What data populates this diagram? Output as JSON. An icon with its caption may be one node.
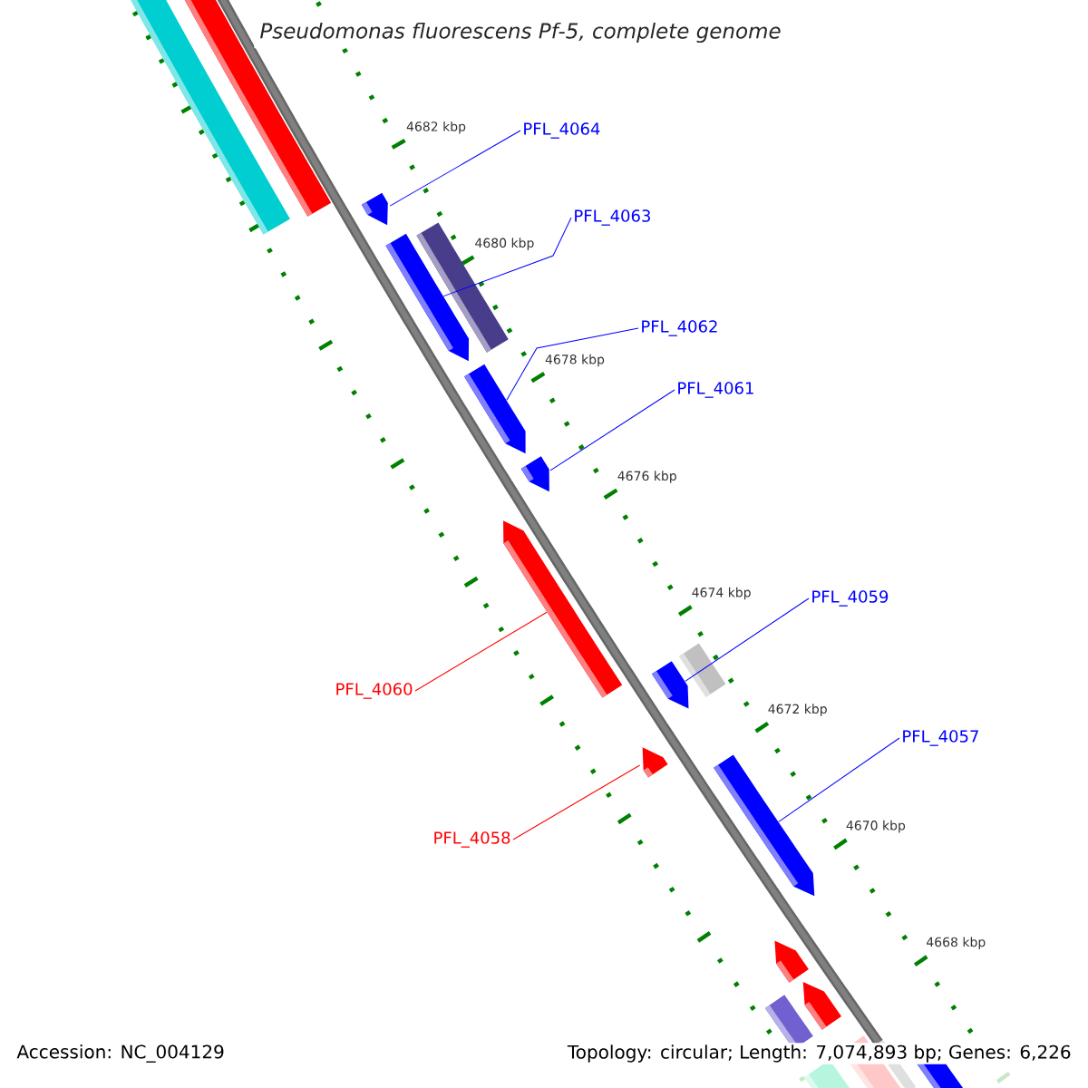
{
  "diagram": {
    "title": "Pseudomonas fluorescens Pf-5, complete genome",
    "nodes": [
      {
        "text": [
          "PFL_4064"
        ]
      },
      {
        "text": [],
        "shape": "arrow"
      },
      {
        "text": [
          "PFL_4063"
        ]
      },
      {
        "text": [],
        "shape": "arrow"
      },
      {
        "text": [
          "PFL_4062"
        ]
      },
      {
        "text": [],
        "shape": "arrow"
      },
      {
        "text": [
          "PFL_4061"
        ]
      },
      {
        "text": [],
        "shape": "arrow"
      },
      {
        "text": [
          "PFL_4060"
        ]
      },
      {
        "text": [],
        "shape": "arrow"
      },
      {
        "text": [
          "PFL_4059"
        ]
      },
      {
        "text": [],
        "shape": "arrow"
      },
      {
        "text": [
          "PFL_4058"
        ]
      },
      {
        "text": [],
        "shape": "arrow"
      },
      {
        "text": [
          "PFL_4057"
        ]
      },
      {
        "text": [],
        "shape": "arrow"
      }
    ],
    "edges": [
      {
        "from": 0,
        "to": 1,
        "arrow": "none"
      },
      {
        "from": 2,
        "to": 3,
        "arrow": "none"
      },
      {
        "from": 4,
        "to": 5,
        "arrow": "none"
      },
      {
        "from": 6,
        "to": 7,
        "arrow": "none"
      },
      {
        "from": 8,
        "to": 9,
        "arrow": "none",
        "color": "#ff0000"
      },
      {
        "from": 10,
        "to": 11,
        "arrow": "none"
      },
      {
        "from": 12,
        "to": 13,
        "arrow": "none",
        "color": "#ff0000"
      },
      {
        "from": 14,
        "to": 15,
        "arrow": "none"
      }
    ],
    "labels": [
      "4682 kbp",
      "4680 kbp",
      "4678 kbp",
      "4676 kbp",
      "4674 kbp",
      "4672 kbp",
      "4670 kbp",
      "4668 kbp",
      "Accession: NC_004129",
      "Topology: circular; Length: 7,074,893 bp; Genes: 6,226"
    ]
  }
}
